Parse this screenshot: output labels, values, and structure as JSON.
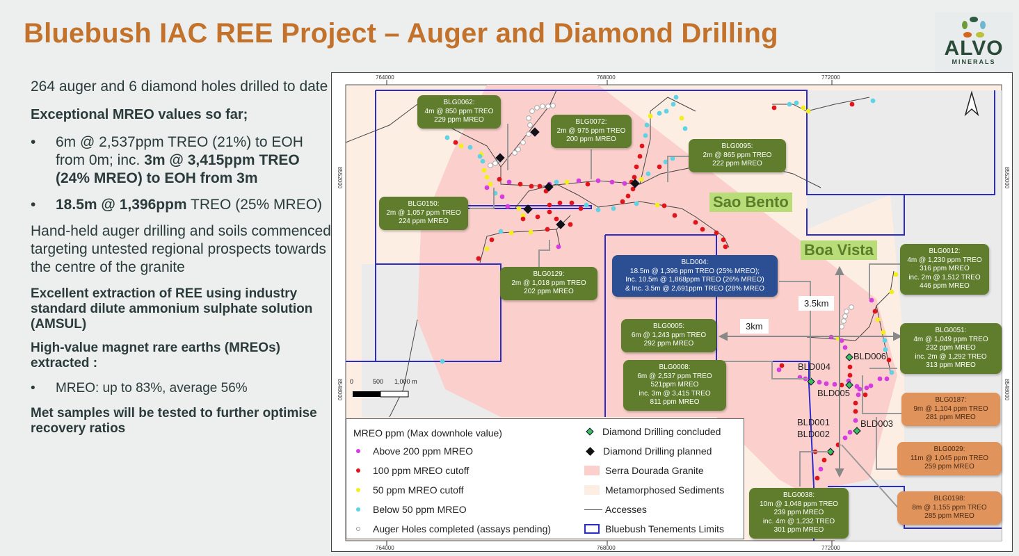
{
  "title": "Bluebush IAC REE Project – Auger and Diamond Drilling",
  "logo": {
    "name": "ALVO",
    "sub": "MINERALS"
  },
  "left": {
    "intro": "264 auger and 6 diamond holes drilled to date",
    "heading": "Exceptional MREO values so far;",
    "bullet1_a": "6m @ 2,537ppm TREO (21%) to EOH from 0m; inc. ",
    "bullet1_b": "3m @ 3,415ppm TREO (24% MREO) to EOH from 3m",
    "bullet2_a": "18.5m @ 1,396ppm",
    "bullet2_b": " TREO (25% MREO)",
    "para2": "Hand-held auger drilling and soils commenced targeting untested regional prospects towards the centre of the granite",
    "extraction": "Excellent extraction of REE using industry standard dilute ammonium sulphate solution (AMSUL)",
    "magnet": "High-value magnet rare earths (MREOs) extracted :",
    "bullet3": "MREO: up to 83%, average 56%",
    "met": "Met samples will be tested to further optimise recovery ratios",
    "bullet_char": "•"
  },
  "map": {
    "eastings": [
      "764000",
      "768000",
      "772000"
    ],
    "northings": [
      "8552000",
      "8548000"
    ],
    "places": [
      "Sao Bento",
      "Boa Vista"
    ],
    "distances": [
      "3.5km",
      "3km"
    ],
    "holes": [
      "BLD004",
      "BLD005",
      "BLD006",
      "BLD001",
      "BLD002",
      "BLD003"
    ],
    "scale": [
      "0",
      "500",
      "1,000 m"
    ],
    "north": "N",
    "boxes": [
      {
        "id": "BLG0062:",
        "lines": [
          "4m @ 850 ppm TREO",
          "229 ppm MREO"
        ]
      },
      {
        "id": "BLG0072:",
        "lines": [
          "2m @ 975 ppm TREO",
          "200 ppm MREO"
        ]
      },
      {
        "id": "BLG0095:",
        "lines": [
          "2m @ 865 ppm TREO",
          "222 ppm MREO"
        ]
      },
      {
        "id": "BLG0150:",
        "lines": [
          "2m @ 1,057 ppm TREO",
          "224 ppm MREO"
        ]
      },
      {
        "id": "BLG0129:",
        "lines": [
          "2m @ 1,018 ppm TREO",
          "202 ppm MREO"
        ]
      },
      {
        "id": "BLD004:",
        "lines": [
          "18.5m @ 1,396 ppm TREO (25% MREO);",
          "Inc. 10.5m @ 1,868ppm TREO (26% MREO)",
          "& Inc. 3.5m @ 2,691ppm TREO (28% MREO"
        ]
      },
      {
        "id": "BLG0005:",
        "lines": [
          "6m @ 1,243 ppm TREO",
          "292 ppm MREO"
        ]
      },
      {
        "id": "BLG0008:",
        "lines": [
          "6m @ 2,537 ppm TREO",
          "521ppm MREO",
          "inc. 3m @ 3,415 TREO",
          "811 ppm MREO"
        ]
      },
      {
        "id": "BLG0012:",
        "lines": [
          "4m @ 1,230 ppm TREO",
          "316 ppm MREO",
          "inc. 2m @ 1,512 TREO",
          "446 ppm MREO"
        ]
      },
      {
        "id": "BLG0051:",
        "lines": [
          "4m @ 1,049 ppm TREO",
          "232 ppm MREO",
          "inc. 2m @ 1,292 TREO",
          "313 ppm MREO"
        ]
      },
      {
        "id": "BLG0187:",
        "lines": [
          "9m @ 1,104 ppm TREO",
          "281 ppm MREO"
        ]
      },
      {
        "id": "BLG0029:",
        "lines": [
          "11m @ 1,045 ppm TREO",
          "259 ppm MREO"
        ]
      },
      {
        "id": "BLG0198:",
        "lines": [
          "8m @ 1,155 ppm TREO",
          "285 ppm MREO"
        ]
      },
      {
        "id": "BLG0038:",
        "lines": [
          "10m @ 1,048 ppm TREO",
          "239 ppm MREO",
          "inc. 4m @ 1,232 TREO",
          "301 ppm MREO"
        ]
      }
    ]
  },
  "legend": {
    "title": "MREO ppm (Max downhole value)",
    "items": [
      "Above 200 ppm MREO",
      "100 ppm MREO cutoff",
      "50 ppm MREO cutoff",
      "Below 50 ppm MREO",
      "Auger Holes completed (assays pending)"
    ],
    "items2": [
      "Diamond Drilling concluded",
      "Diamond Drilling planned",
      "Serra Dourada Granite",
      "Metamorphosed Sediments",
      "Accesses",
      "Bluebush Tenements Limits"
    ]
  },
  "colors": {
    "title": "#c2722b",
    "green_box": "#5f7d2c",
    "blue_box": "#2c4f93",
    "orange_box": "#e0935a",
    "above200": "#d63ce0",
    "cutoff100": "#e0141a",
    "cutoff50": "#f2ef1a",
    "below50": "#5fd3e6",
    "granite": "#fbd0cc",
    "sediments": "#fdeee3",
    "tenement": "#2b2bc8"
  }
}
